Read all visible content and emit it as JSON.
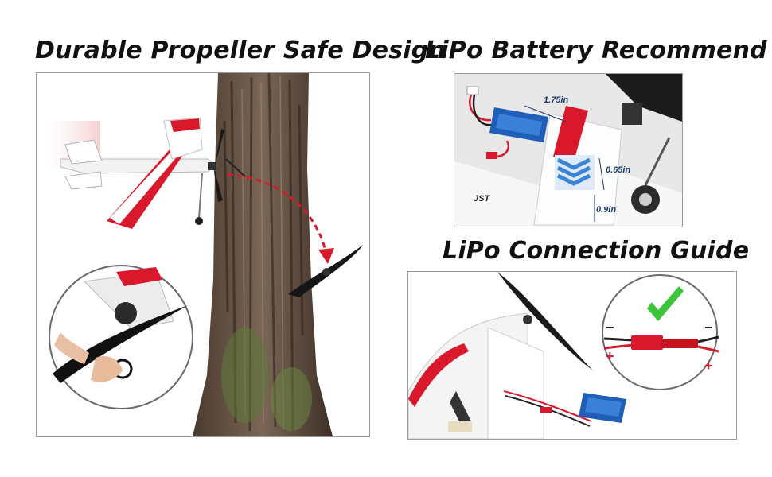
{
  "titles": {
    "propeller": "Durable Propeller Safe Design",
    "battery": "LiPo Battery Recommend",
    "connection": "LiPo Connection Guide"
  },
  "battery": {
    "length": "1.75in",
    "width": "0.65in",
    "height": "0.9in",
    "connector": "JST"
  },
  "connection": {
    "minus": "−",
    "plus": "+"
  },
  "colors": {
    "accent_red": "#d9192b",
    "battery_blue": "#1f5fb8",
    "check_green": "#3cc43a",
    "dim_text": "#1d3c6e"
  }
}
